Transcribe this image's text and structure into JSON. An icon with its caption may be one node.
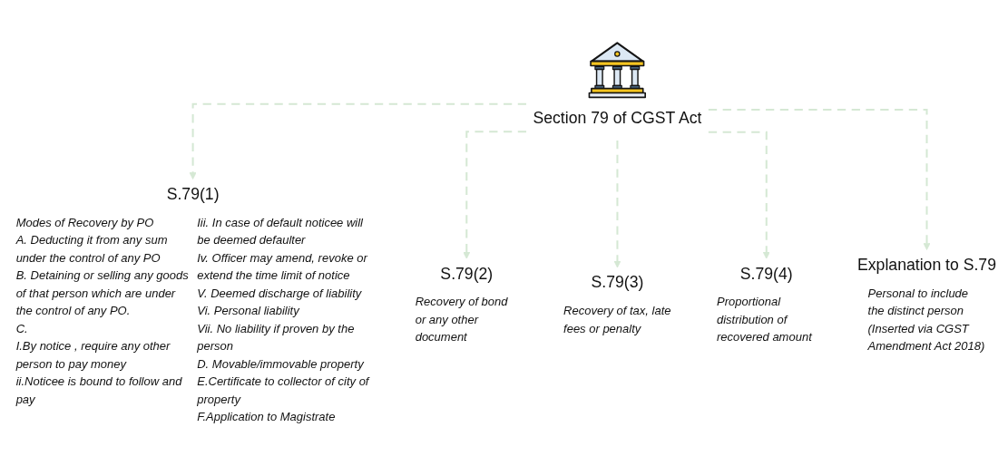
{
  "diagram": {
    "nodes": [
      {
        "text": [
          "Section 79 of CGST Act"
        ]
      },
      {
        "text": [
          "S.79(1)",
          "Modes of Recovery by PO",
          "A. Deducting it from any sum under the control of any PO",
          "B. Detaining or selling any goods of that person which are under the control of any PO.",
          "C.",
          "I.By notice , require any other person to pay money",
          "ii.Noticee is bound to follow and pay",
          "Iii. In case of default noticee will be deemed defaulter",
          "Iv. Officer may amend, revoke or extend the time limit of notice",
          "V. Deemed discharge of liability",
          "Vi. Personal liability",
          "Vii. No liability if proven by the person",
          "D. Movable/immovable property",
          "E.Certificate to collector of city of property",
          "F.Application to Magistrate"
        ]
      },
      {
        "text": [
          "S.79(2)",
          "Recovery of bond or any other document"
        ]
      },
      {
        "text": [
          "S.79(3)",
          "Recovery of tax, late fees or penalty"
        ]
      },
      {
        "text": [
          "S.79(4)",
          "Proportional distribution of recovered amount"
        ]
      },
      {
        "text": [
          "Explanation to S.79",
          "Personal to include the distinct person (Inserted via CGST Amendment Act 2018)"
        ]
      }
    ],
    "edges": [
      {
        "from": 0,
        "to": 1,
        "arrow": "to",
        "style": "dashed",
        "color": "#d5e8d4"
      },
      {
        "from": 0,
        "to": 2,
        "arrow": "to",
        "style": "dashed",
        "color": "#d5e8d4"
      },
      {
        "from": 0,
        "to": 3,
        "arrow": "to",
        "style": "dashed",
        "color": "#d5e8d4"
      },
      {
        "from": 0,
        "to": 4,
        "arrow": "to",
        "style": "dashed",
        "color": "#d5e8d4"
      },
      {
        "from": 0,
        "to": 5,
        "arrow": "to",
        "style": "dashed",
        "color": "#d5e8d4"
      }
    ]
  }
}
